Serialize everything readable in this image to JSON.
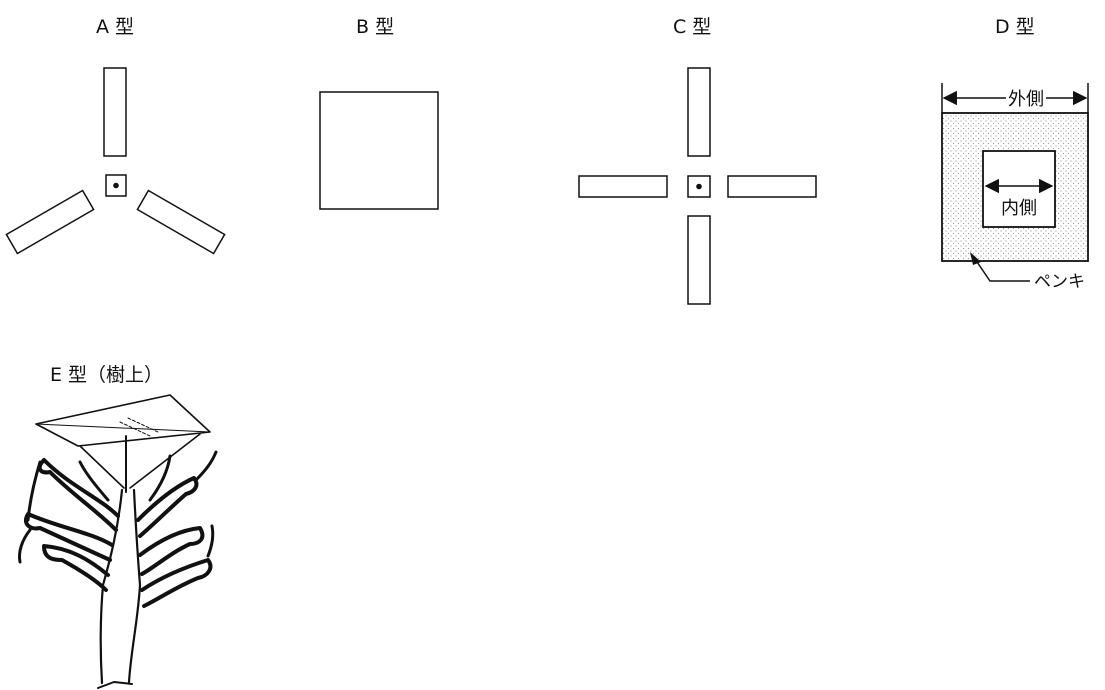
{
  "types": {
    "a": {
      "label": "A 型"
    },
    "b": {
      "label": "B 型"
    },
    "c": {
      "label": "C 型"
    },
    "d": {
      "label": "D 型",
      "outer_label": "外側",
      "inner_label": "内側",
      "paint_label": "ペンキ"
    },
    "e": {
      "label": "E 型（樹上）"
    }
  },
  "colors": {
    "stroke": "#111111",
    "paint_stipple": "#bdbdbd"
  }
}
